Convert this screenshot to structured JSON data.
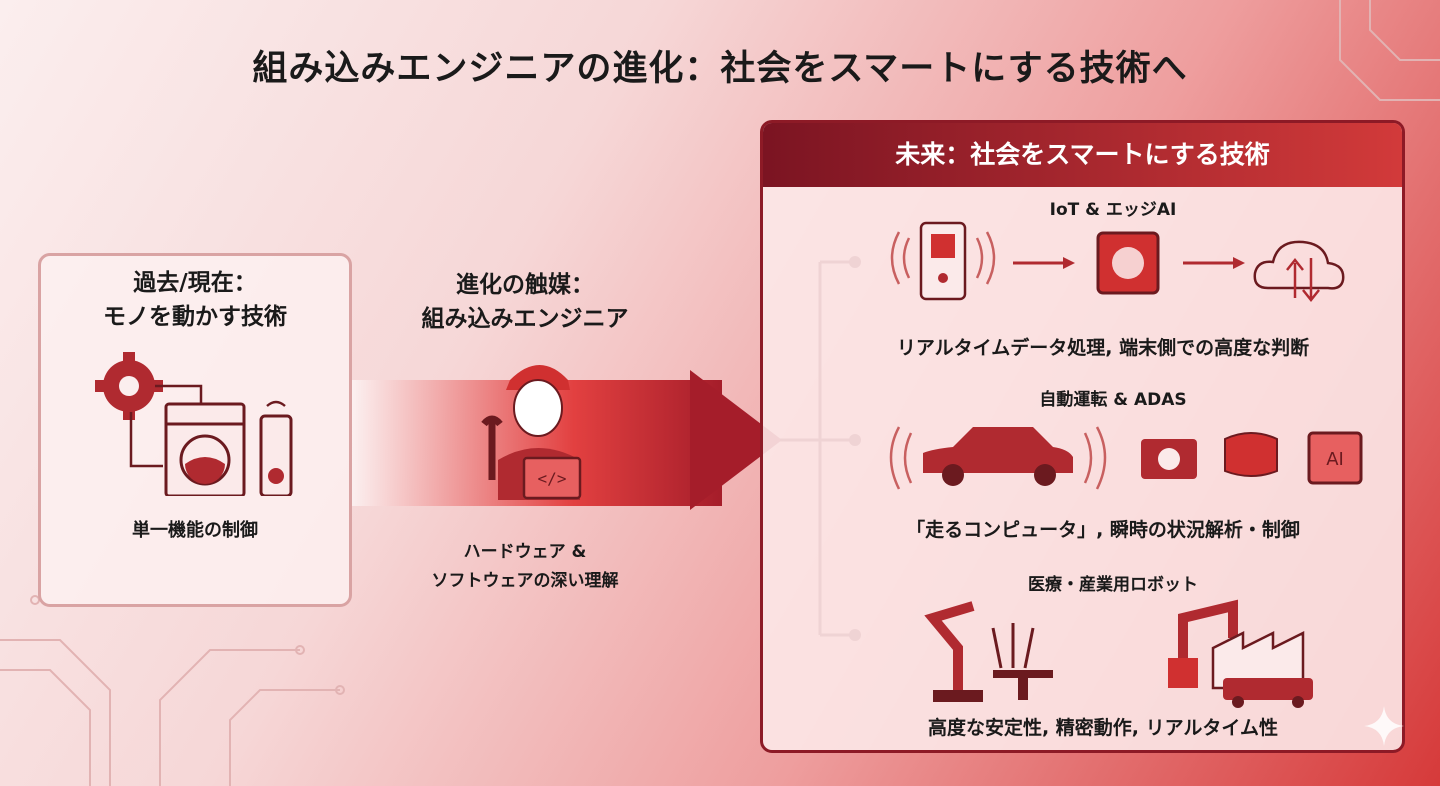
{
  "title": "組み込みエンジニアの進化：社会をスマートにする技術へ",
  "past": {
    "heading_line1": "過去/現在：",
    "heading_line2": "モノを動かす技術",
    "caption": "単一機能の制御"
  },
  "catalyst": {
    "heading_line1": "進化の触媒：",
    "heading_line2": "組み込みエンジニア",
    "caption_line1": "ハードウェア &",
    "caption_line2": "ソフトウェアの深い理解"
  },
  "future": {
    "header": "未来：社会をスマートにする技術",
    "sections": [
      {
        "title": "IoT & エッジAI",
        "caption": "リアルタイムデータ処理, 端末側での高度な判断"
      },
      {
        "title": "自動運転 & ADAS",
        "caption": "「走るコンピュータ」, 瞬時の状況解析・制御",
        "chip_label": "AI"
      },
      {
        "title": "医療・産業用ロボット",
        "caption": "高度な安定性, 精密動作, リアルタイム性"
      }
    ]
  },
  "colors": {
    "accent": "#c8282f",
    "dark": "#7b1422"
  }
}
